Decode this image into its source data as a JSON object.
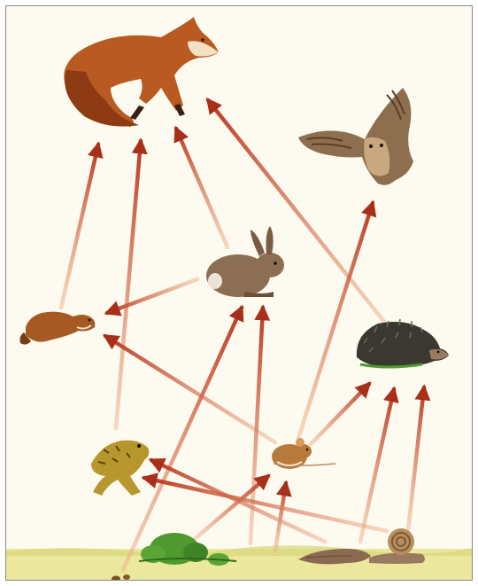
{
  "diagram": {
    "type": "food-web",
    "organisms": [
      {
        "id": "fox",
        "icon": "fox-icon"
      },
      {
        "id": "owl",
        "icon": "owl-icon"
      },
      {
        "id": "rabbit",
        "icon": "rabbit-icon"
      },
      {
        "id": "weasel",
        "icon": "weasel-icon"
      },
      {
        "id": "hedgehog",
        "icon": "hedgehog-icon"
      },
      {
        "id": "frog",
        "icon": "frog-icon"
      },
      {
        "id": "mouse",
        "icon": "mouse-icon"
      },
      {
        "id": "slug",
        "icon": "slug-icon"
      },
      {
        "id": "snail",
        "icon": "snail-icon"
      },
      {
        "id": "plants",
        "icon": "plant-icon"
      },
      {
        "id": "seeds",
        "icon": "seed-icon"
      }
    ],
    "links": [
      {
        "from": "weasel",
        "to": "fox"
      },
      {
        "from": "frog",
        "to": "fox"
      },
      {
        "from": "rabbit",
        "to": "fox"
      },
      {
        "from": "hedgehog",
        "to": "fox"
      },
      {
        "from": "mouse",
        "to": "owl"
      },
      {
        "from": "rabbit",
        "to": "weasel"
      },
      {
        "from": "mouse",
        "to": "weasel"
      },
      {
        "from": "mouse",
        "to": "hedgehog"
      },
      {
        "from": "slug",
        "to": "hedgehog"
      },
      {
        "from": "snail",
        "to": "hedgehog"
      },
      {
        "from": "seeds",
        "to": "rabbit"
      },
      {
        "from": "plants",
        "to": "rabbit"
      },
      {
        "from": "plants",
        "to": "mouse"
      },
      {
        "from": "seeds",
        "to": "mouse"
      },
      {
        "from": "slug",
        "to": "frog"
      },
      {
        "from": "snail",
        "to": "frog"
      }
    ],
    "colors": {
      "arrow": "#b8391f",
      "arrow_fade": "#f2b28f",
      "ground": "#e8e596",
      "grass": "#4f9a2e",
      "fox": "#b8521e",
      "owl": "#8a6a4a",
      "rabbit": "#8a6a52",
      "hedgehog": "#3d3a33",
      "frog": "#b0902e",
      "mouse": "#b87a3a"
    }
  }
}
